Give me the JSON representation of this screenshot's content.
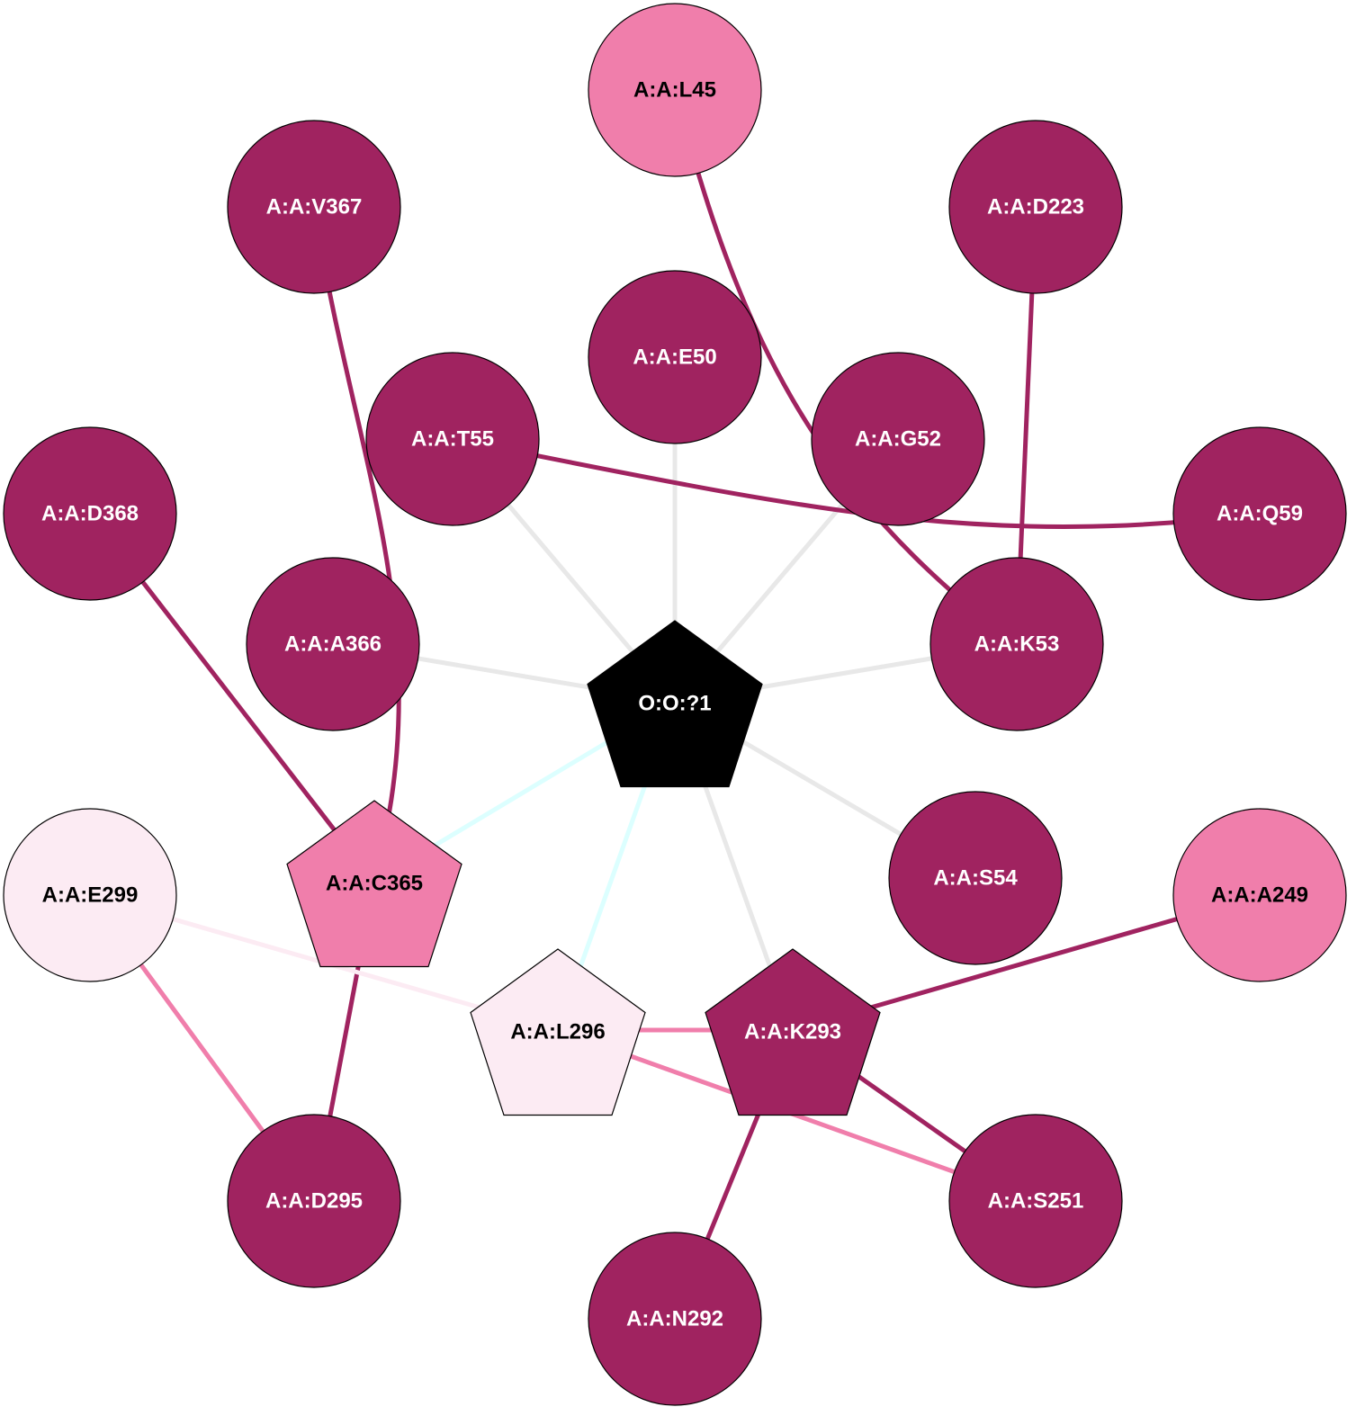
{
  "colors": {
    "dark": "#a02360",
    "medium": "#f07eab",
    "light": "#fcebf3",
    "center": "#000000",
    "edge_gray": "#e8e8e8",
    "edge_cyan": "#dcffff",
    "text_light": "#ffffff",
    "text_dark": "#000000"
  },
  "nodes": [
    {
      "id": "O:O:?1",
      "label": "O:O:?1",
      "shape": "pentagon",
      "fill": "center"
    },
    {
      "id": "A:A:L45",
      "label": "A:A:L45",
      "shape": "circle",
      "fill": "medium"
    },
    {
      "id": "A:A:V367",
      "label": "A:A:V367",
      "shape": "circle",
      "fill": "dark"
    },
    {
      "id": "A:A:D223",
      "label": "A:A:D223",
      "shape": "circle",
      "fill": "dark"
    },
    {
      "id": "A:A:E50",
      "label": "A:A:E50",
      "shape": "circle",
      "fill": "dark"
    },
    {
      "id": "A:A:T55",
      "label": "A:A:T55",
      "shape": "circle",
      "fill": "dark"
    },
    {
      "id": "A:A:G52",
      "label": "A:A:G52",
      "shape": "circle",
      "fill": "dark"
    },
    {
      "id": "A:A:D368",
      "label": "A:A:D368",
      "shape": "circle",
      "fill": "dark"
    },
    {
      "id": "A:A:Q59",
      "label": "A:A:Q59",
      "shape": "circle",
      "fill": "dark"
    },
    {
      "id": "A:A:A366",
      "label": "A:A:A366",
      "shape": "circle",
      "fill": "dark"
    },
    {
      "id": "A:A:K53",
      "label": "A:A:K53",
      "shape": "circle",
      "fill": "dark"
    },
    {
      "id": "A:A:C365",
      "label": "A:A:C365",
      "shape": "pentagon",
      "fill": "medium"
    },
    {
      "id": "A:A:E299",
      "label": "A:A:E299",
      "shape": "circle",
      "fill": "light"
    },
    {
      "id": "A:A:S54",
      "label": "A:A:S54",
      "shape": "circle",
      "fill": "dark"
    },
    {
      "id": "A:A:A249",
      "label": "A:A:A249",
      "shape": "circle",
      "fill": "medium"
    },
    {
      "id": "A:A:L296",
      "label": "A:A:L296",
      "shape": "pentagon",
      "fill": "light"
    },
    {
      "id": "A:A:K293",
      "label": "A:A:K293",
      "shape": "pentagon",
      "fill": "dark"
    },
    {
      "id": "A:A:D295",
      "label": "A:A:D295",
      "shape": "circle",
      "fill": "dark"
    },
    {
      "id": "A:A:S251",
      "label": "A:A:S251",
      "shape": "circle",
      "fill": "dark"
    },
    {
      "id": "A:A:N292",
      "label": "A:A:N292",
      "shape": "circle",
      "fill": "dark"
    }
  ],
  "edges": [
    {
      "from": "O:O:?1",
      "to": "A:A:E50",
      "color": "edge_gray"
    },
    {
      "from": "O:O:?1",
      "to": "A:A:T55",
      "color": "edge_gray"
    },
    {
      "from": "O:O:?1",
      "to": "A:A:G52",
      "color": "edge_gray"
    },
    {
      "from": "O:O:?1",
      "to": "A:A:A366",
      "color": "edge_gray"
    },
    {
      "from": "O:O:?1",
      "to": "A:A:K53",
      "color": "edge_gray"
    },
    {
      "from": "O:O:?1",
      "to": "A:A:S54",
      "color": "edge_gray"
    },
    {
      "from": "O:O:?1",
      "to": "A:A:K293",
      "color": "edge_gray"
    },
    {
      "from": "O:O:?1",
      "to": "A:A:C365",
      "color": "edge_cyan"
    },
    {
      "from": "O:O:?1",
      "to": "A:A:L296",
      "color": "edge_cyan"
    },
    {
      "from": "A:A:L45",
      "to": "A:A:K53",
      "color": "dark"
    },
    {
      "from": "A:A:D223",
      "to": "A:A:K53",
      "color": "dark"
    },
    {
      "from": "A:A:T55",
      "to": "A:A:Q59",
      "color": "dark"
    },
    {
      "from": "A:A:V367",
      "to": "A:A:C365",
      "color": "dark"
    },
    {
      "from": "A:A:D368",
      "to": "A:A:C365",
      "color": "dark"
    },
    {
      "from": "A:A:C365",
      "to": "A:A:D295",
      "color": "dark"
    },
    {
      "from": "A:A:E299",
      "to": "A:A:L296",
      "color": "light"
    },
    {
      "from": "A:A:E299",
      "to": "A:A:D295",
      "color": "medium"
    },
    {
      "from": "A:A:L296",
      "to": "A:A:K293",
      "color": "medium"
    },
    {
      "from": "A:A:L296",
      "to": "A:A:S251",
      "color": "medium"
    },
    {
      "from": "A:A:K293",
      "to": "A:A:A249",
      "color": "dark"
    },
    {
      "from": "A:A:K293",
      "to": "A:A:S251",
      "color": "dark"
    },
    {
      "from": "A:A:K293",
      "to": "A:A:N292",
      "color": "dark"
    }
  ]
}
